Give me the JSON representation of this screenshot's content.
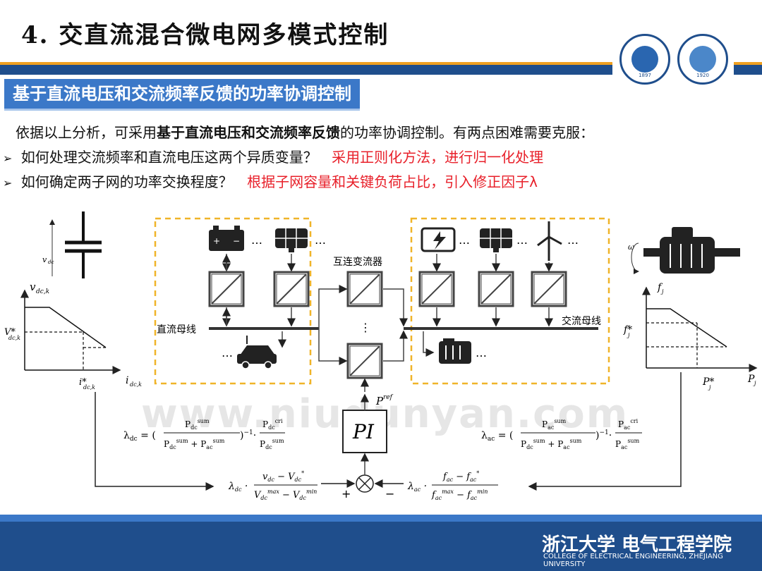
{
  "title": "4. 交直流混合微电网多模式控制",
  "subtitle": "基于直流电压和交流频率反馈的功率协调控制",
  "intro": {
    "before": "依据以上分析，可采用",
    "bold": "基于直流电压和交流频率反馈",
    "after": "的功率协调控制。有两点困难需要克服："
  },
  "bullets": [
    {
      "question": "如何处理交流频率和直流电压这两个异质变量？",
      "answer": "采用正则化方法，进行归一化处理"
    },
    {
      "question": "如何确定两子网的功率交换程度？",
      "answer": "根据子网容量和关键负荷占比，引入修正因子λ"
    }
  ],
  "diagram": {
    "dc_bus_label": "直流母线",
    "ac_bus_label": "交流母线",
    "interlink_label": "互连变流器",
    "v_dc": "v",
    "v_dc_k": "v",
    "V_star": "V*",
    "i_star": "i*",
    "i_dc_k": "i",
    "f_j": "f",
    "f_star": "f*",
    "P_star": "P*",
    "P_j": "P",
    "omega": "ω",
    "pref": "P",
    "pref_sup": "ref",
    "pi": "PI",
    "plus": "+",
    "minus": "−",
    "ellipsis": "…",
    "vdots": "⋮"
  },
  "formulas": {
    "lambda_dc": "λdc = (Pdc^sum / (Pdc^sum + Pac^sum))^−1 · Pdc^cri / Pdc^sum",
    "lambda_ac": "λac = (Pac^sum / (Pdc^sum + Pac^sum))^−1 · Pac^cri / Pac^sum",
    "dc_term": "λdc · (vdc − V*dc) / (Vdc^max − Vdc^min)",
    "ac_term": "λac · (fac − f*ac) / (fac^max − fac^min)"
  },
  "watermark": "www.niudunyan.com",
  "footer": {
    "school": "浙江大学 电气工程学院",
    "english": "COLLEGE OF ELECTRICAL ENGINEERING, ZHEJIANG UNIVERSITY"
  },
  "logos": {
    "left_year": "1897",
    "right_year": "1920"
  },
  "colors": {
    "accent_blue": "#3b78c8",
    "dark_blue": "#1f4e8c",
    "red": "#e8202a",
    "orange": "#f0a020",
    "dash_yellow": "#f0b429"
  }
}
